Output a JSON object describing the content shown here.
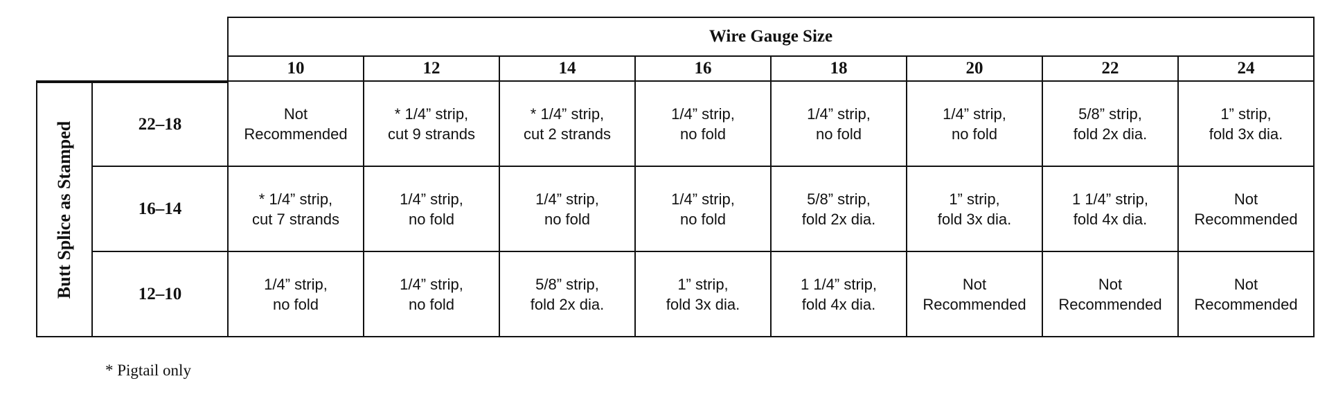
{
  "table": {
    "title": "Wire Gauge Size",
    "side_label": "Butt Splice as Stamped",
    "columns": [
      "10",
      "12",
      "14",
      "16",
      "18",
      "20",
      "22",
      "24"
    ],
    "rows": [
      {
        "label": "22–18",
        "cells": [
          [
            "Not",
            "Recommended"
          ],
          [
            "* 1/4” strip,",
            "cut 9 strands"
          ],
          [
            "* 1/4” strip,",
            "cut 2 strands"
          ],
          [
            "1/4” strip,",
            "no fold"
          ],
          [
            "1/4” strip,",
            "no fold"
          ],
          [
            "1/4” strip,",
            "no fold"
          ],
          [
            "5/8” strip,",
            "fold 2x dia."
          ],
          [
            "1” strip,",
            "fold 3x dia."
          ]
        ]
      },
      {
        "label": "16–14",
        "cells": [
          [
            "* 1/4” strip,",
            "cut 7 strands"
          ],
          [
            "1/4” strip,",
            "no fold"
          ],
          [
            "1/4” strip,",
            "no fold"
          ],
          [
            "1/4” strip,",
            "no fold"
          ],
          [
            "5/8” strip,",
            "fold 2x dia."
          ],
          [
            "1” strip,",
            "fold 3x dia."
          ],
          [
            "1 1/4” strip,",
            "fold 4x dia."
          ],
          [
            "Not",
            "Recommended"
          ]
        ]
      },
      {
        "label": "12–10",
        "cells": [
          [
            "1/4” strip,",
            "no fold"
          ],
          [
            "1/4” strip,",
            "no fold"
          ],
          [
            "5/8” strip,",
            "fold 2x dia."
          ],
          [
            "1” strip,",
            "fold 3x dia."
          ],
          [
            "1 1/4” strip,",
            "fold 4x dia."
          ],
          [
            "Not",
            "Recommended"
          ],
          [
            "Not",
            "Recommended"
          ],
          [
            "Not",
            "Recommended"
          ]
        ]
      }
    ]
  },
  "footnote": "* Pigtail only"
}
